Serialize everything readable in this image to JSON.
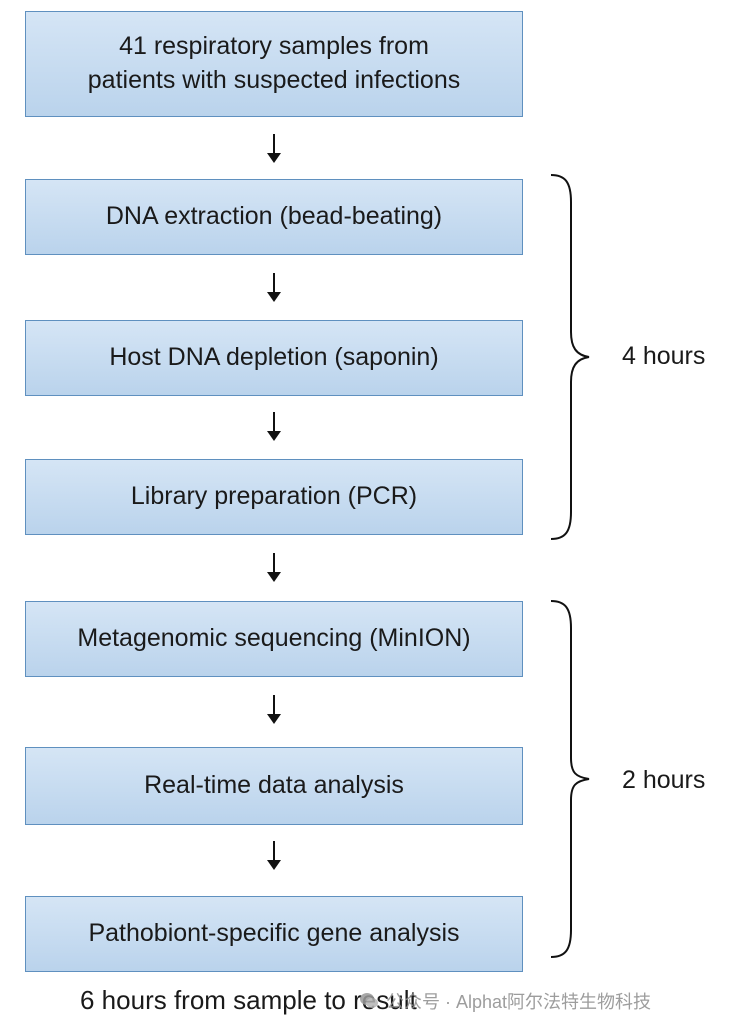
{
  "steps": [
    {
      "line1": "41 respiratory samples from",
      "line2": "patients with suspected infections"
    },
    {
      "label": "DNA extraction (bead-beating)"
    },
    {
      "label": "Host DNA depletion (saponin)"
    },
    {
      "label": "Library preparation (PCR)"
    },
    {
      "label": "Metagenomic sequencing (MinION)"
    },
    {
      "label": "Real-time data analysis"
    },
    {
      "label": "Pathobiont-specific gene analysis"
    }
  ],
  "groups": [
    {
      "label": "4 hours"
    },
    {
      "label": "2 hours"
    }
  ],
  "footer": "6 hours from sample to result",
  "watermark": "公众号 · Alphat阿尔法特生物科技",
  "colors": {
    "box_fill_top": "#d5e5f5",
    "box_fill_bottom": "#bad3ec",
    "box_border": "#5f90bf",
    "text": "#1a1a1a"
  }
}
